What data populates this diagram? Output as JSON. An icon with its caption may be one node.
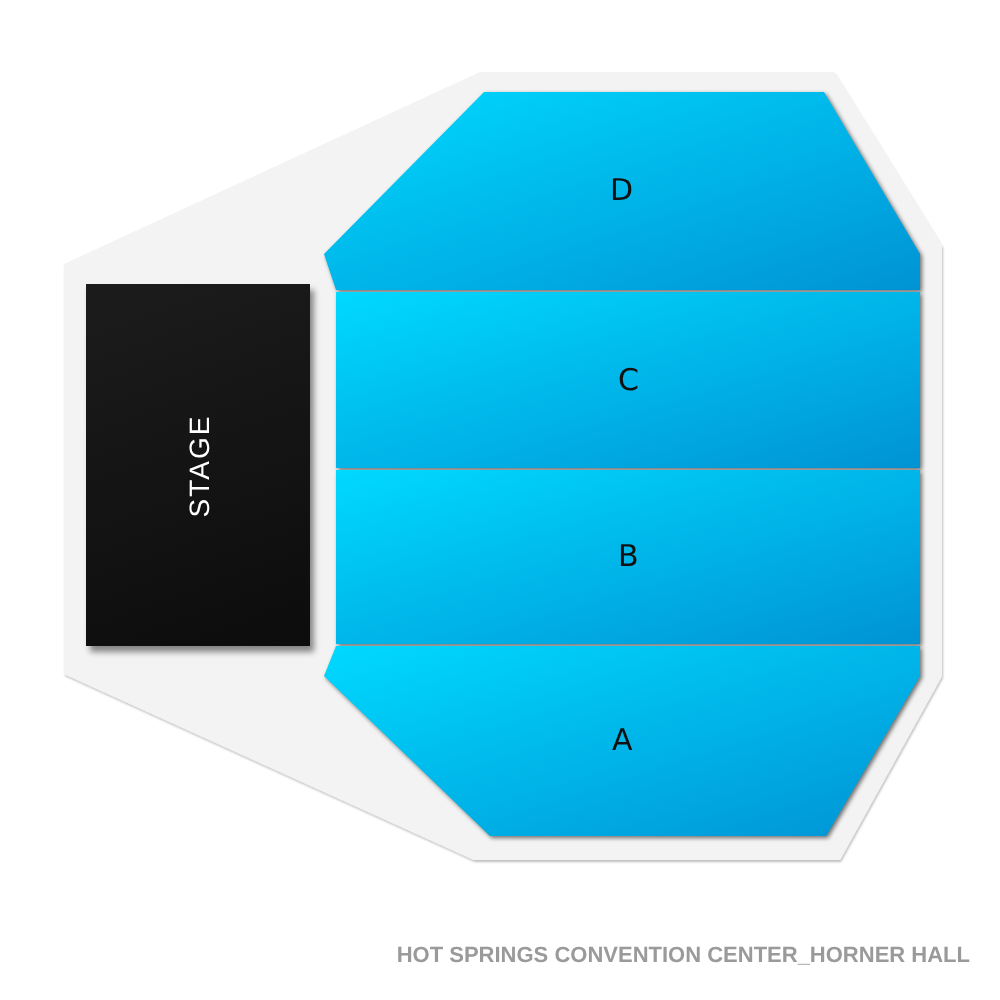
{
  "diagram": {
    "caption": "HOT SPRINGS CONVENTION CENTER_HORNER HALL",
    "nodes": [
      {
        "text": [
          "STAGE"
        ]
      },
      {
        "text": [
          "D"
        ]
      },
      {
        "text": [
          "C"
        ]
      },
      {
        "text": [
          "B"
        ]
      },
      {
        "text": [
          "A"
        ]
      }
    ]
  }
}
